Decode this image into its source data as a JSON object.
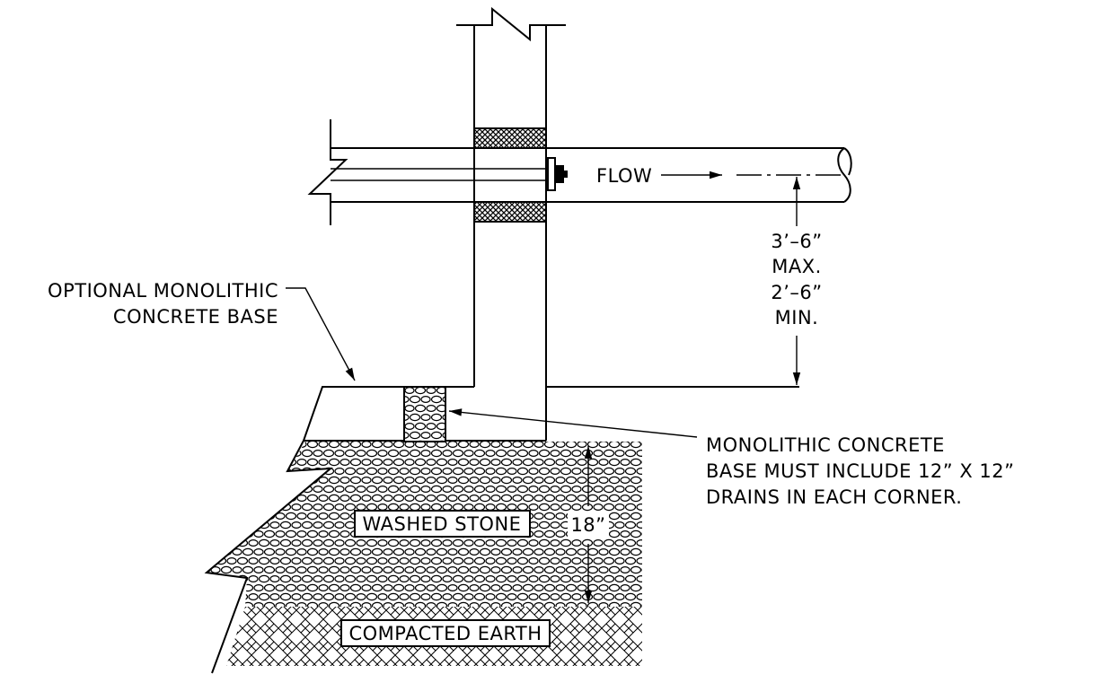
{
  "labels": {
    "flow": "FLOW",
    "dim_max_value": "3’–6”",
    "dim_max_word": "MAX.",
    "dim_min_value": "2’–6”",
    "dim_min_word": "MIN.",
    "optional_base_line1": "OPTIONAL MONOLITHIC",
    "optional_base_line2": "CONCRETE BASE",
    "note_line1": "MONOLITHIC CONCRETE",
    "note_line2": "BASE MUST INCLUDE 12” X 12”",
    "note_line3": "DRAINS IN EACH CORNER.",
    "washed_stone": "WASHED STONE",
    "stone_depth": "18”",
    "compacted_earth": "COMPACTED EARTH"
  }
}
